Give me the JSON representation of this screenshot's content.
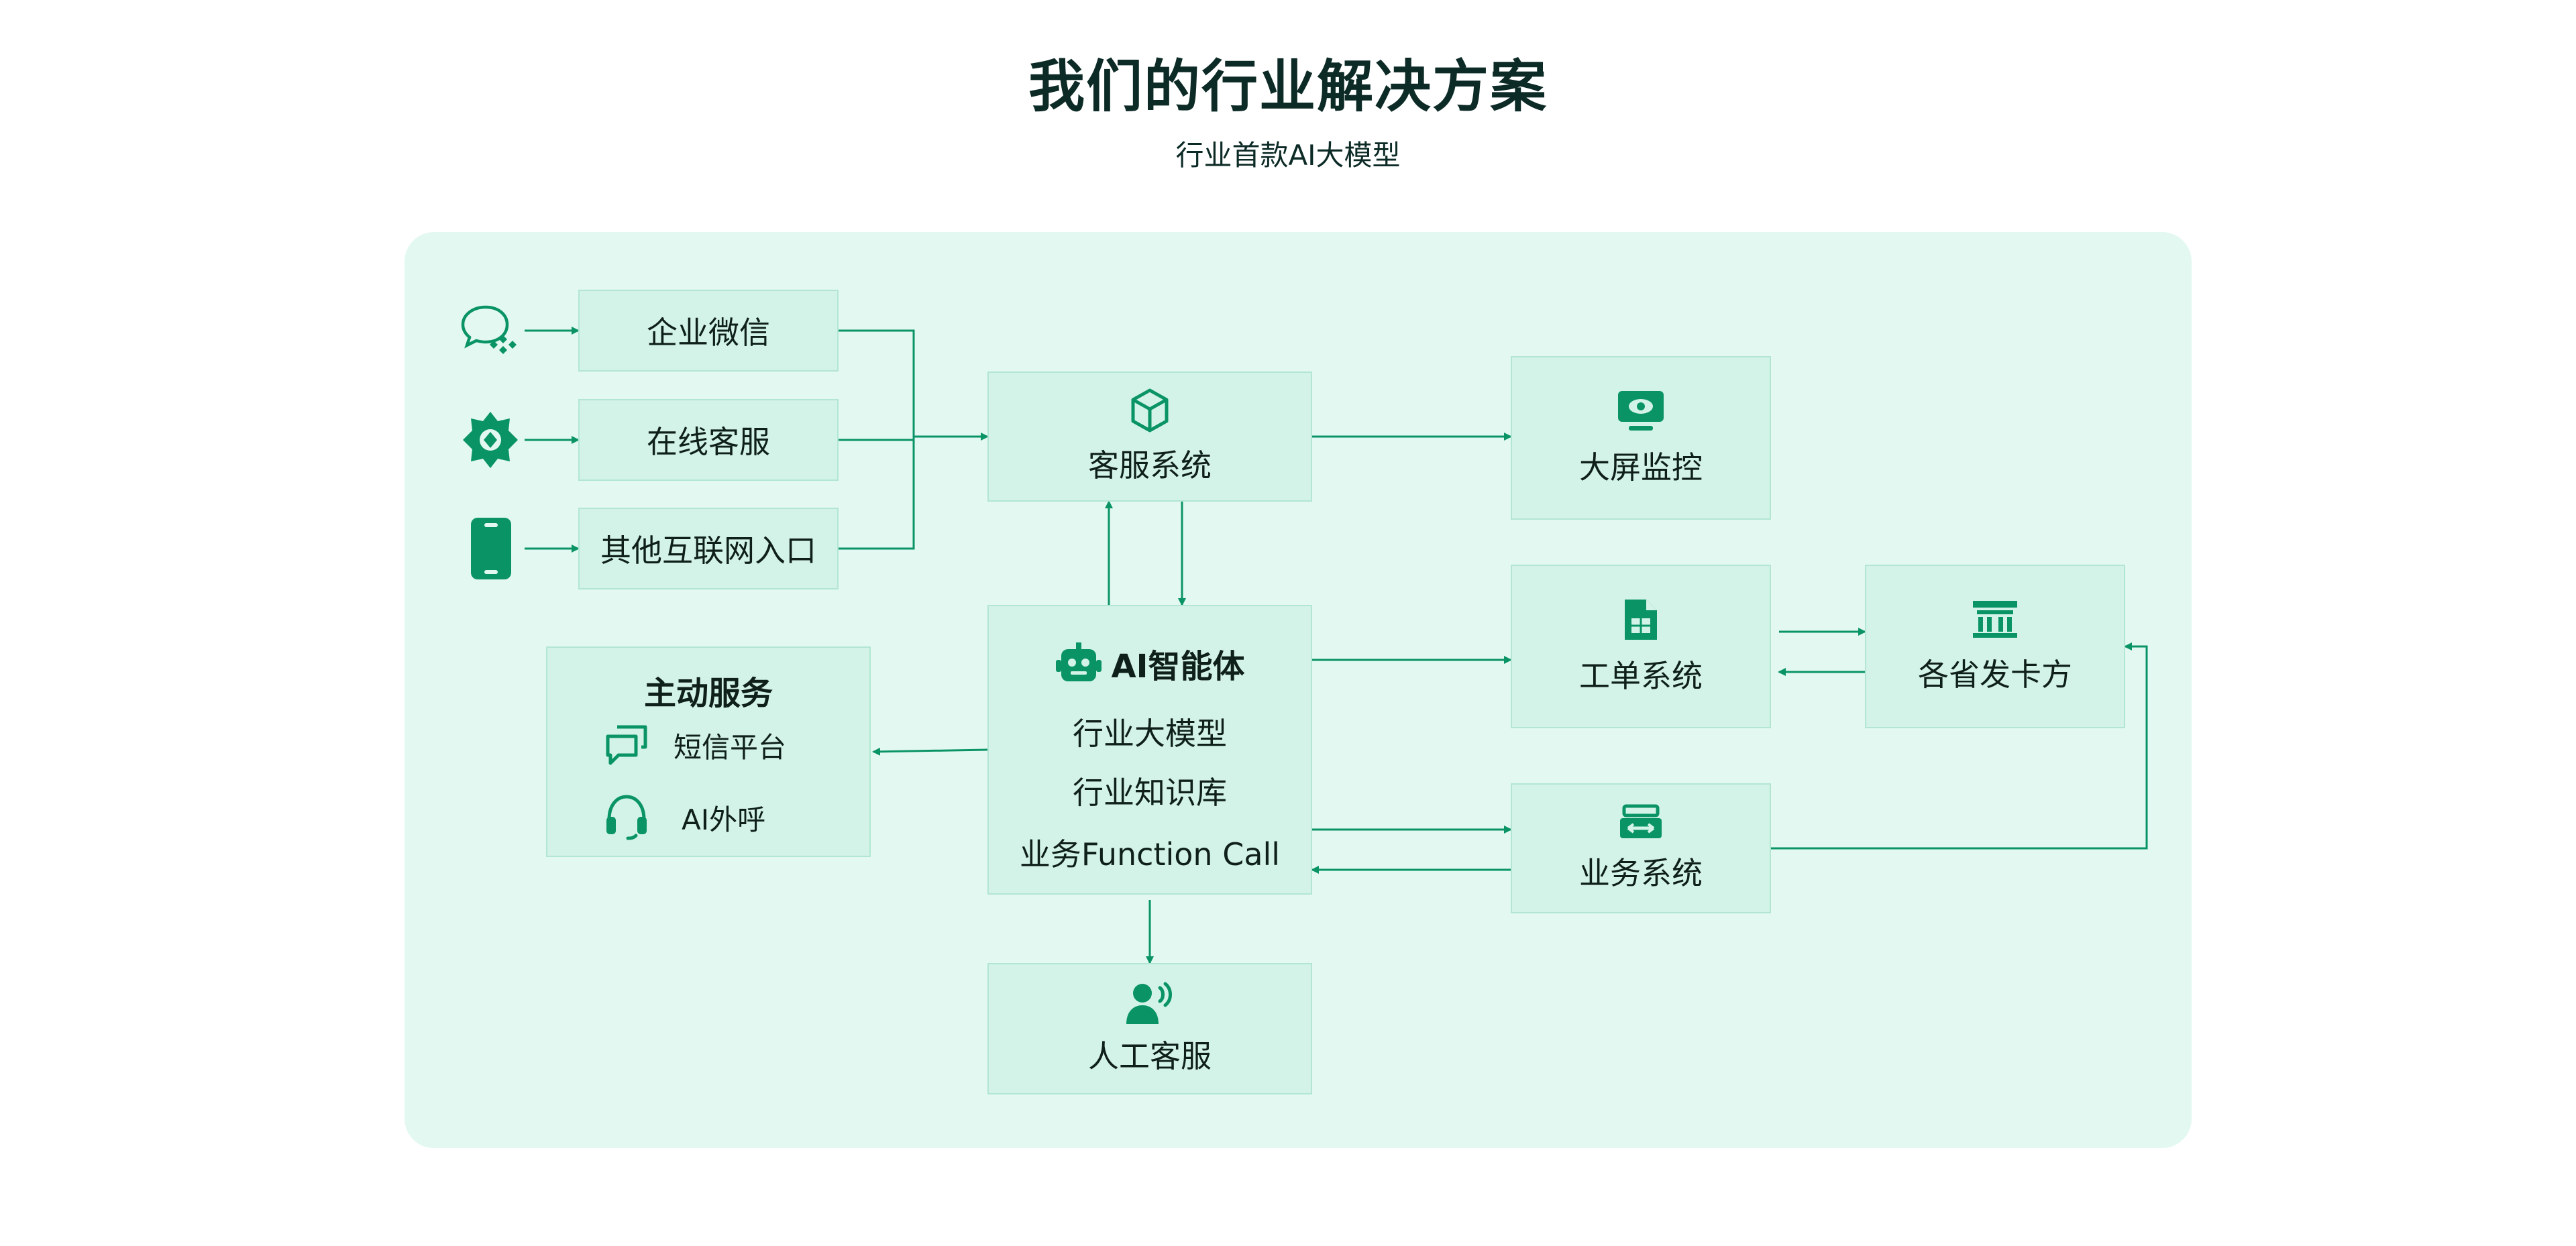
{
  "header": {
    "title": "我们的行业解决方案",
    "subtitle": "行业首款AI大模型"
  },
  "channels": {
    "wecom": "企业微信",
    "online_service": "在线客服",
    "other_internet": "其他互联网入口"
  },
  "nodes": {
    "customer_service_system": "客服系统",
    "big_screen_monitor": "大屏监控",
    "ticket_system": "工单系统",
    "provincial_issuers": "各省发卡方",
    "business_system": "业务系统",
    "human_agent": "人工客服"
  },
  "ai_agent": {
    "title": "AI智能体",
    "items": [
      "行业大模型",
      "行业知识库",
      "业务Function Call"
    ]
  },
  "active_service": {
    "title": "主动服务",
    "sms": "短信平台",
    "ai_call": "AI外呼"
  },
  "colors": {
    "accent": "#0a9466",
    "panel": "#e2f8f1",
    "box": "#d3f3e8",
    "box_border": "#b2e6d3"
  }
}
